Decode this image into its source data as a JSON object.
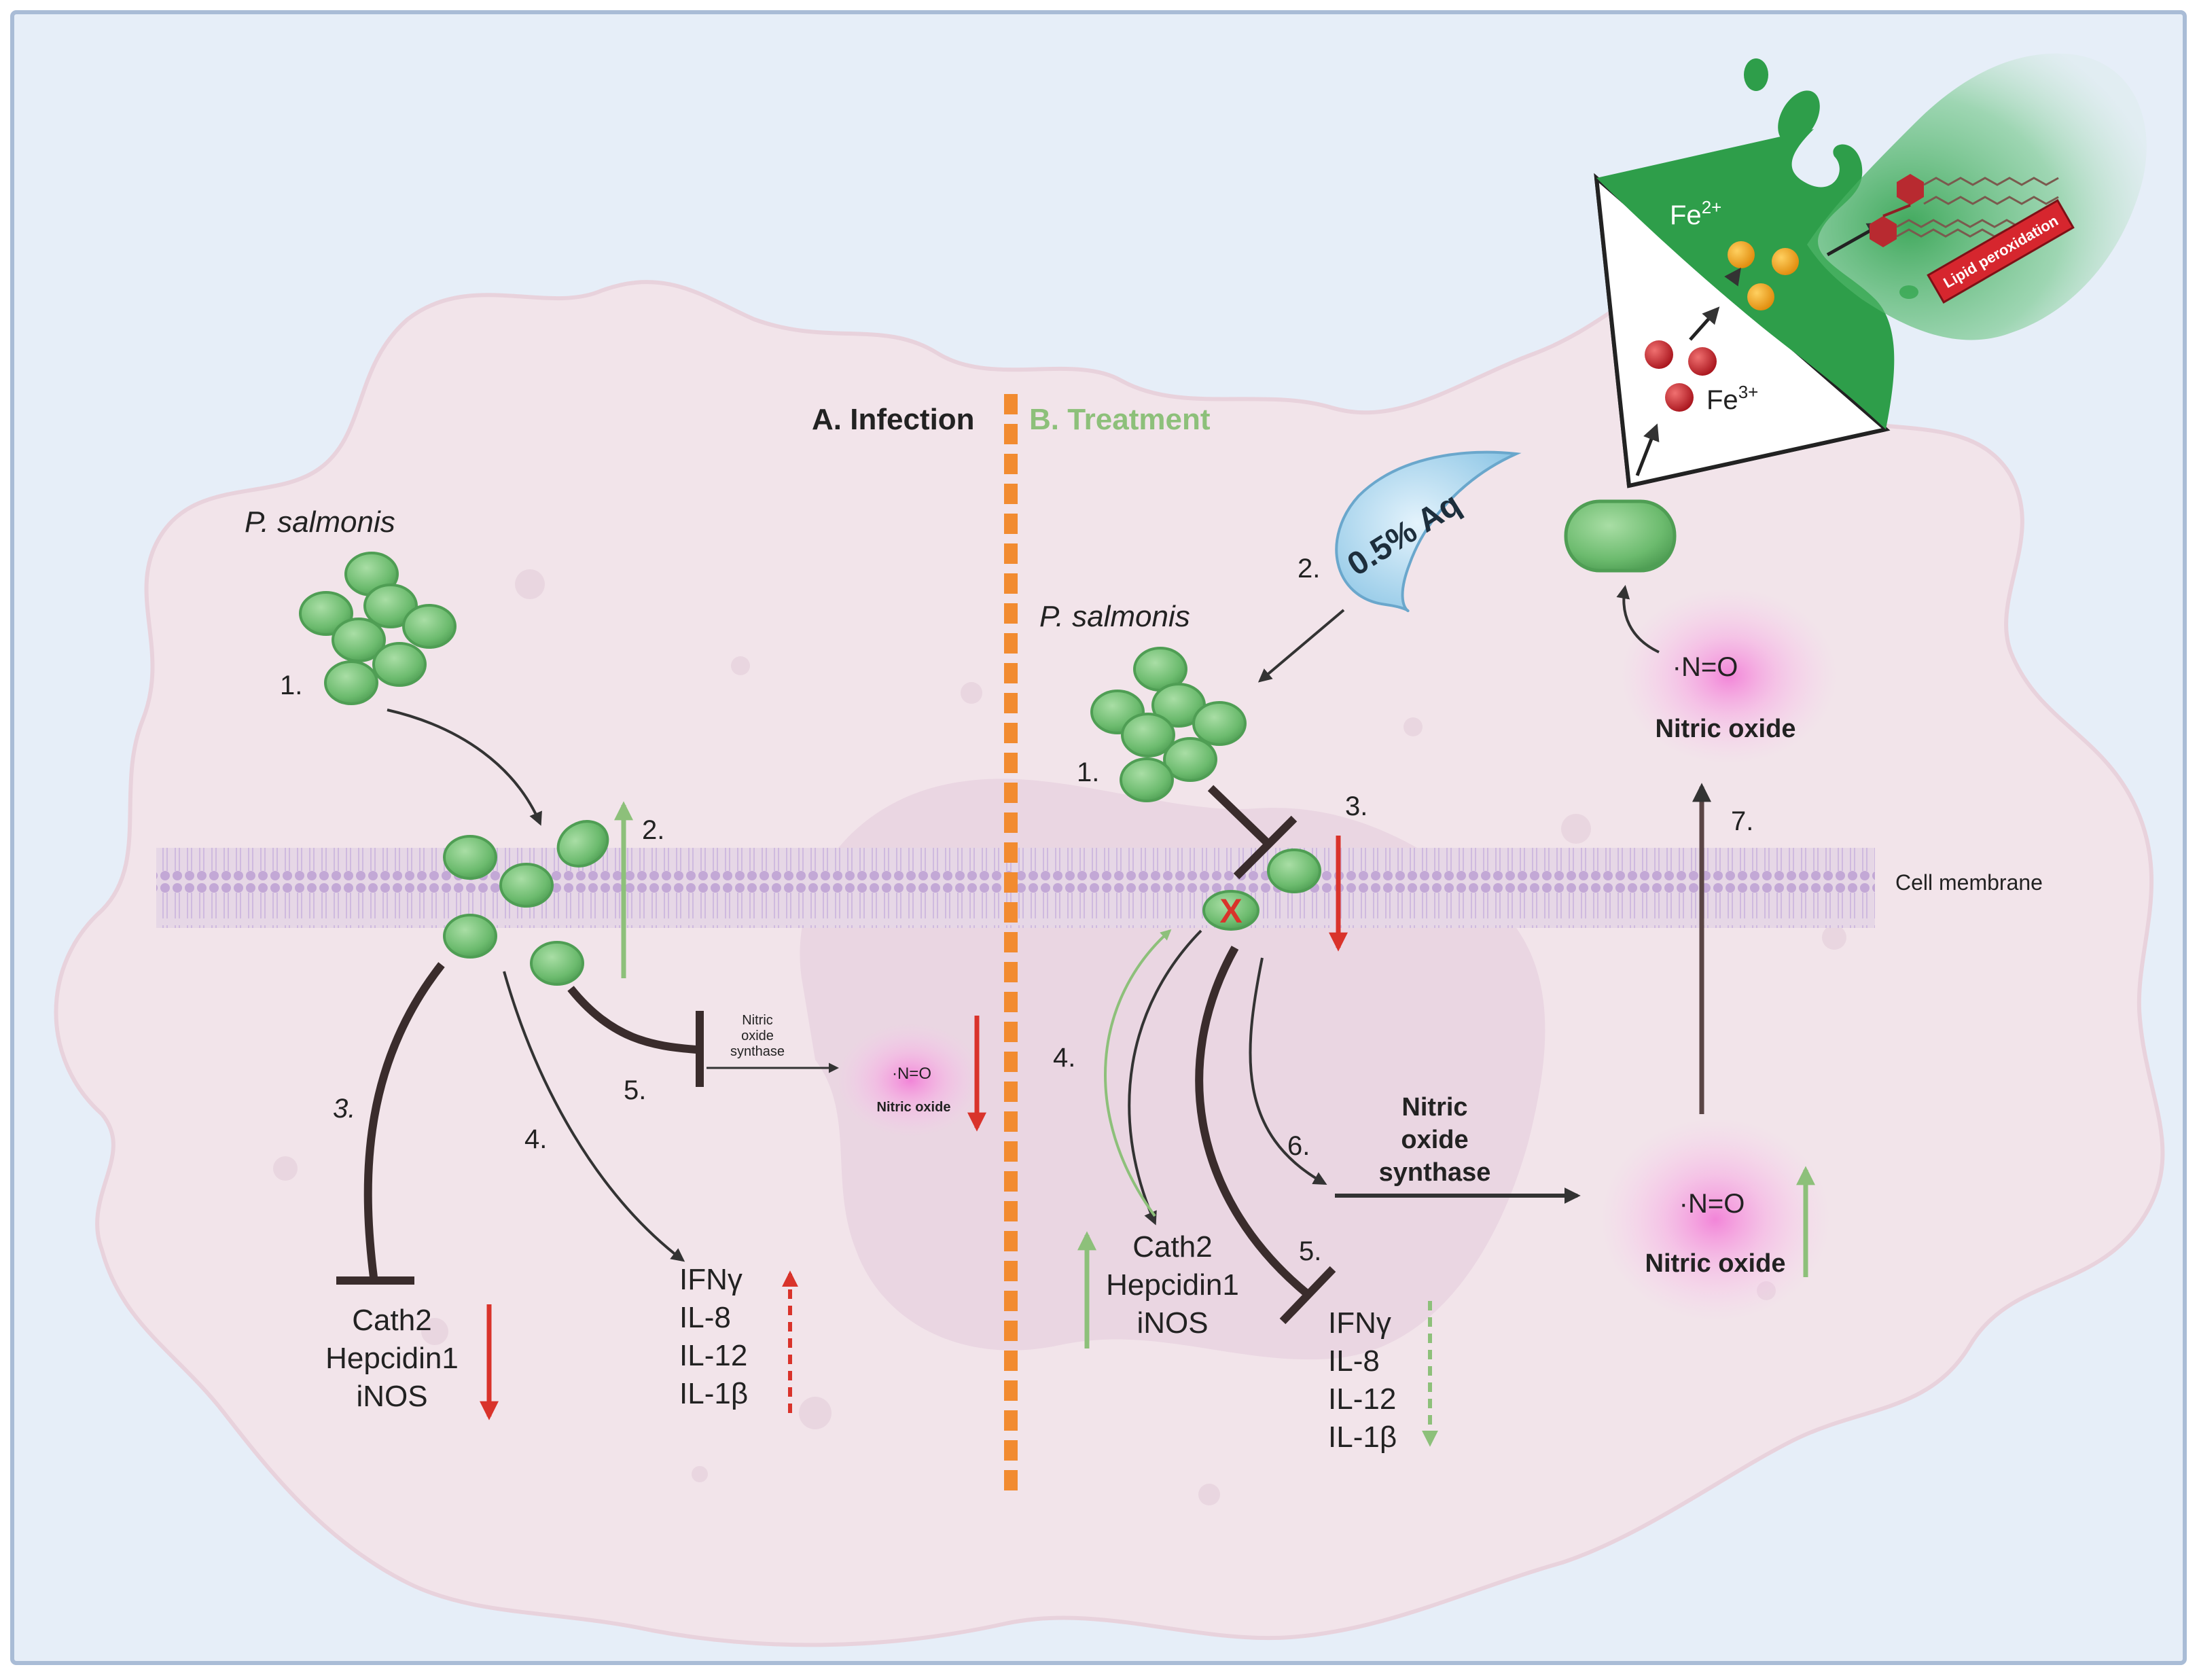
{
  "sections": {
    "infection": "A. Infection",
    "treatment": "B. Treatment"
  },
  "infection": {
    "pathogen": "P. salmonis",
    "step1": "1.",
    "step2": "2.",
    "step3": "3.",
    "step4": "4.",
    "step5": "5.",
    "nos_line1": "Nitric",
    "nos_line2": "oxide",
    "nos_line3": "synthase",
    "no_formula": "·N=O",
    "no_label": "Nitric oxide",
    "genes": [
      "Cath2",
      "Hepcidin1",
      "iNOS"
    ],
    "cytokines": [
      "IFNγ",
      "IL-8",
      "IL-12",
      "IL-1β"
    ]
  },
  "treatment": {
    "pathogen": "P. salmonis",
    "drop_label": "0.5% Aq",
    "step1": "1.",
    "step2": "2.",
    "step3": "3.",
    "step4": "4.",
    "step5": "5.",
    "step6": "6.",
    "step7": "7.",
    "blocked_mark": "X",
    "genes": [
      "Cath2",
      "Hepcidin1",
      "iNOS"
    ],
    "cytokines": [
      "IFNγ",
      "IL-8",
      "IL-12",
      "IL-1β"
    ],
    "nos_line1": "Nitric",
    "nos_line2": "oxide",
    "nos_line3": "synthase",
    "no_formula": "·N=O",
    "no_label": "Nitric oxide",
    "no2_formula": "·N=O",
    "no2_label": "Nitric oxide"
  },
  "membrane_label": "Cell membrane",
  "inset": {
    "fe2_base": "Fe",
    "fe2_sup": "2+",
    "fe3_base": "Fe",
    "fe3_sup": "3+",
    "lipid_label": "Lipid peroxidation"
  },
  "colors": {
    "background": "#e6eef8",
    "cell": "#f2e4ea",
    "bacteria": "#7cc47e",
    "membrane": "#c9b6d9",
    "divider": "#f28b30",
    "up_green": "#8dc07a",
    "down_red": "#d9332b",
    "text": "#222222",
    "inset_green": "#2e9e4a"
  }
}
